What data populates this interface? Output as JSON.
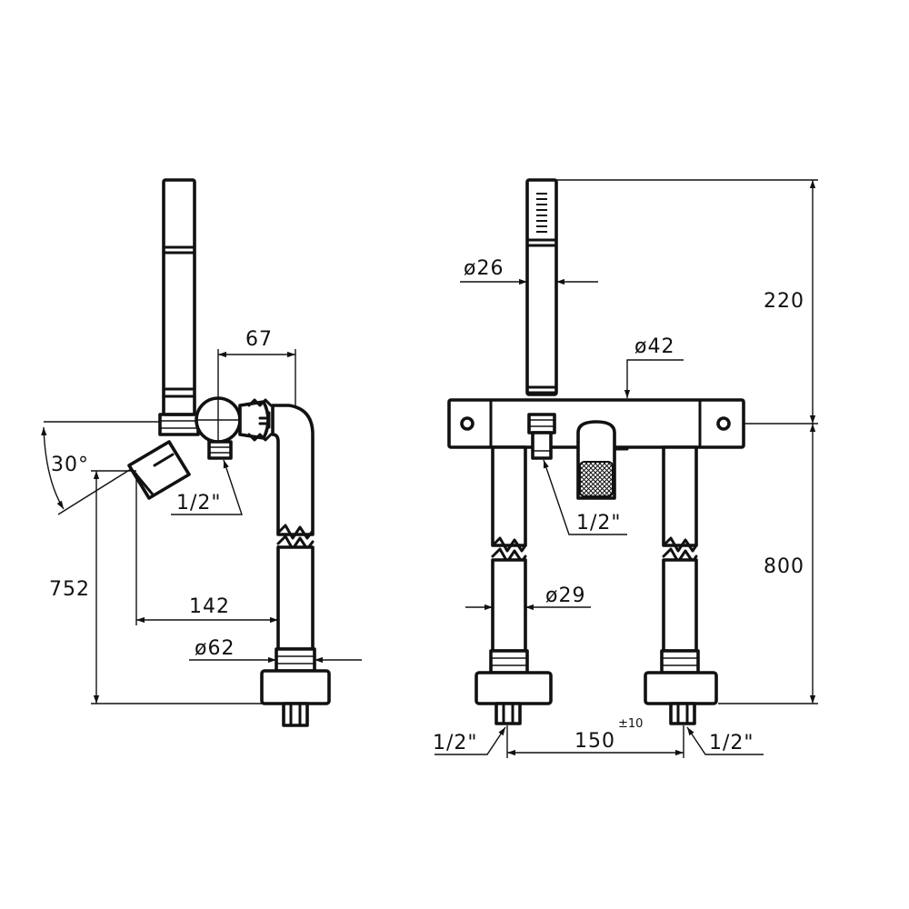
{
  "side_view": {
    "spout_angle": "30°",
    "spout_height": "752",
    "spout_reach": "142",
    "lever_offset": "67",
    "base_diameter": "ø62",
    "outlet_thread": "1/2\""
  },
  "front_view": {
    "handshower_diameter": "ø26",
    "body_diameter": "ø42",
    "handshower_height": "220",
    "body_height": "800",
    "pipe_diameter": "ø29",
    "outlet_thread": "1/2\"",
    "inlet_thread_left": "1/2\"",
    "inlet_thread_right": "1/2\"",
    "inlet_spacing": "150",
    "inlet_spacing_tolerance": "±10"
  }
}
